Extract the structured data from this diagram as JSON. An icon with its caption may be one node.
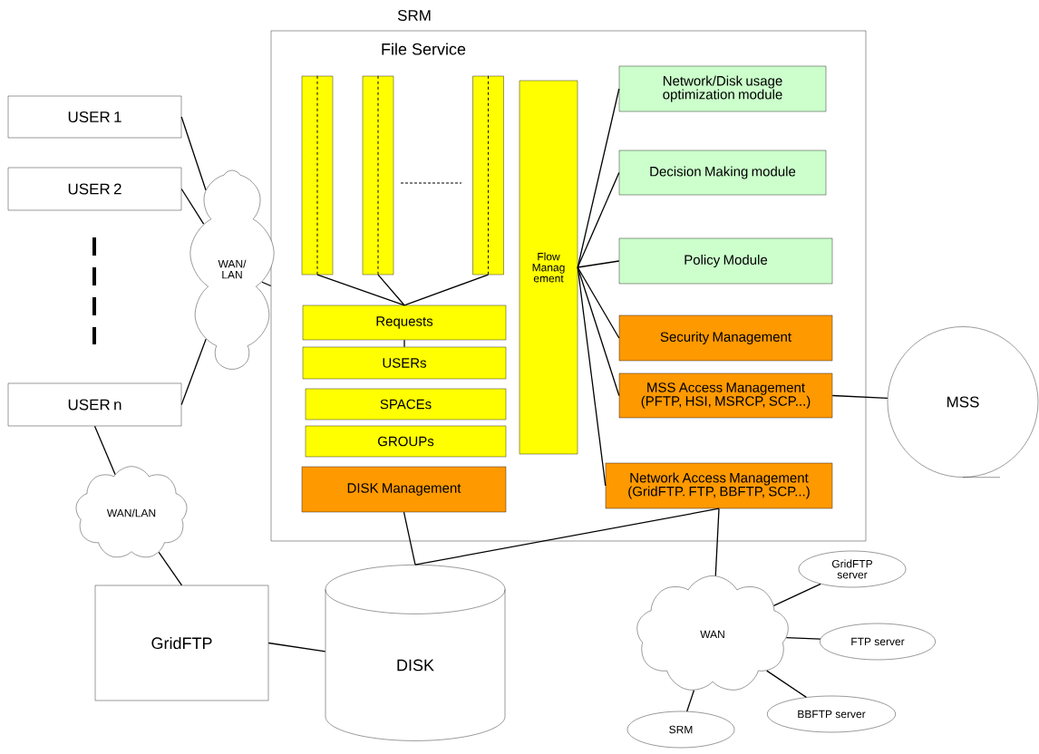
{
  "diagram": {
    "nodes": [
      {
        "text": [
          "SRM",
          "File Service"
        ]
      },
      {
        "text": [
          "USER 1"
        ]
      },
      {
        "text": [
          "USER 2"
        ]
      },
      {
        "text": [
          "USER n"
        ]
      },
      {
        "text": [
          "WAN/ LAN"
        ]
      },
      {
        "text": [],
        "shape": "bar",
        "in": 0
      },
      {
        "text": [],
        "shape": "bar",
        "in": 0
      },
      {
        "text": [],
        "shape": "bar",
        "in": 0
      },
      {
        "text": [
          "Requests"
        ],
        "in": 0
      },
      {
        "text": [
          "USERs"
        ],
        "in": 0
      },
      {
        "text": [
          "SPACEs"
        ],
        "in": 0
      },
      {
        "text": [
          "GROUPs"
        ],
        "in": 0
      },
      {
        "text": [
          "DISK Management"
        ],
        "in": 0
      },
      {
        "text": [
          "Flow Manag ement"
        ],
        "in": 0
      },
      {
        "text": [
          "Network/Disk usage optimization module"
        ],
        "in": 0
      },
      {
        "text": [
          "Decision Making module"
        ],
        "in": 0
      },
      {
        "text": [
          "Policy Module"
        ],
        "in": 0
      },
      {
        "text": [
          "Security Management"
        ],
        "in": 0
      },
      {
        "text": [
          "MSS Access Management",
          "(PFTP, HSI, MSRCP, SCP...)"
        ],
        "in": 0
      },
      {
        "text": [
          "Network Access Management",
          "(GridFTP. FTP, BBFTP, SCP...)"
        ],
        "in": 0
      },
      {
        "text": [
          "MSS"
        ]
      },
      {
        "text": [
          "WAN/LAN"
        ]
      },
      {
        "text": [
          "GridFTP"
        ]
      },
      {
        "text": [
          "DISK"
        ]
      },
      {
        "text": [
          "WAN"
        ]
      },
      {
        "text": [
          "GridFTP server"
        ]
      },
      {
        "text": [
          "FTP server"
        ]
      },
      {
        "text": [
          "BBFTP server"
        ]
      },
      {
        "text": [
          "SRM"
        ]
      }
    ],
    "edges": [
      {
        "from": 1,
        "to": 4,
        "arrow": "none"
      },
      {
        "from": 2,
        "to": 4,
        "arrow": "none"
      },
      {
        "from": 3,
        "to": 4,
        "arrow": "none"
      },
      {
        "from": 4,
        "to": 0,
        "arrow": "none"
      },
      {
        "from": 5,
        "to": 8,
        "arrow": "none"
      },
      {
        "from": 6,
        "to": 8,
        "arrow": "none"
      },
      {
        "from": 7,
        "to": 8,
        "arrow": "none"
      },
      {
        "from": 8,
        "to": 9,
        "arrow": "none"
      },
      {
        "from": 13,
        "to": 14,
        "arrow": "none"
      },
      {
        "from": 13,
        "to": 15,
        "arrow": "none"
      },
      {
        "from": 13,
        "to": 16,
        "arrow": "none"
      },
      {
        "from": 13,
        "to": 17,
        "arrow": "none"
      },
      {
        "from": 13,
        "to": 18,
        "arrow": "none"
      },
      {
        "from": 13,
        "to": 19,
        "arrow": "none"
      },
      {
        "from": 18,
        "to": 20,
        "arrow": "none"
      },
      {
        "from": 3,
        "to": 21,
        "arrow": "none"
      },
      {
        "from": 21,
        "to": 22,
        "arrow": "none"
      },
      {
        "from": 22,
        "to": 23,
        "arrow": "none"
      },
      {
        "from": 12,
        "to": 23,
        "arrow": "none"
      },
      {
        "from": 19,
        "to": 23,
        "arrow": "none"
      },
      {
        "from": 19,
        "to": 24,
        "arrow": "none"
      },
      {
        "from": 24,
        "to": 25,
        "arrow": "none"
      },
      {
        "from": 24,
        "to": 26,
        "arrow": "none"
      },
      {
        "from": 24,
        "to": 27,
        "arrow": "none"
      },
      {
        "from": 24,
        "to": 28,
        "arrow": "none"
      }
    ]
  }
}
